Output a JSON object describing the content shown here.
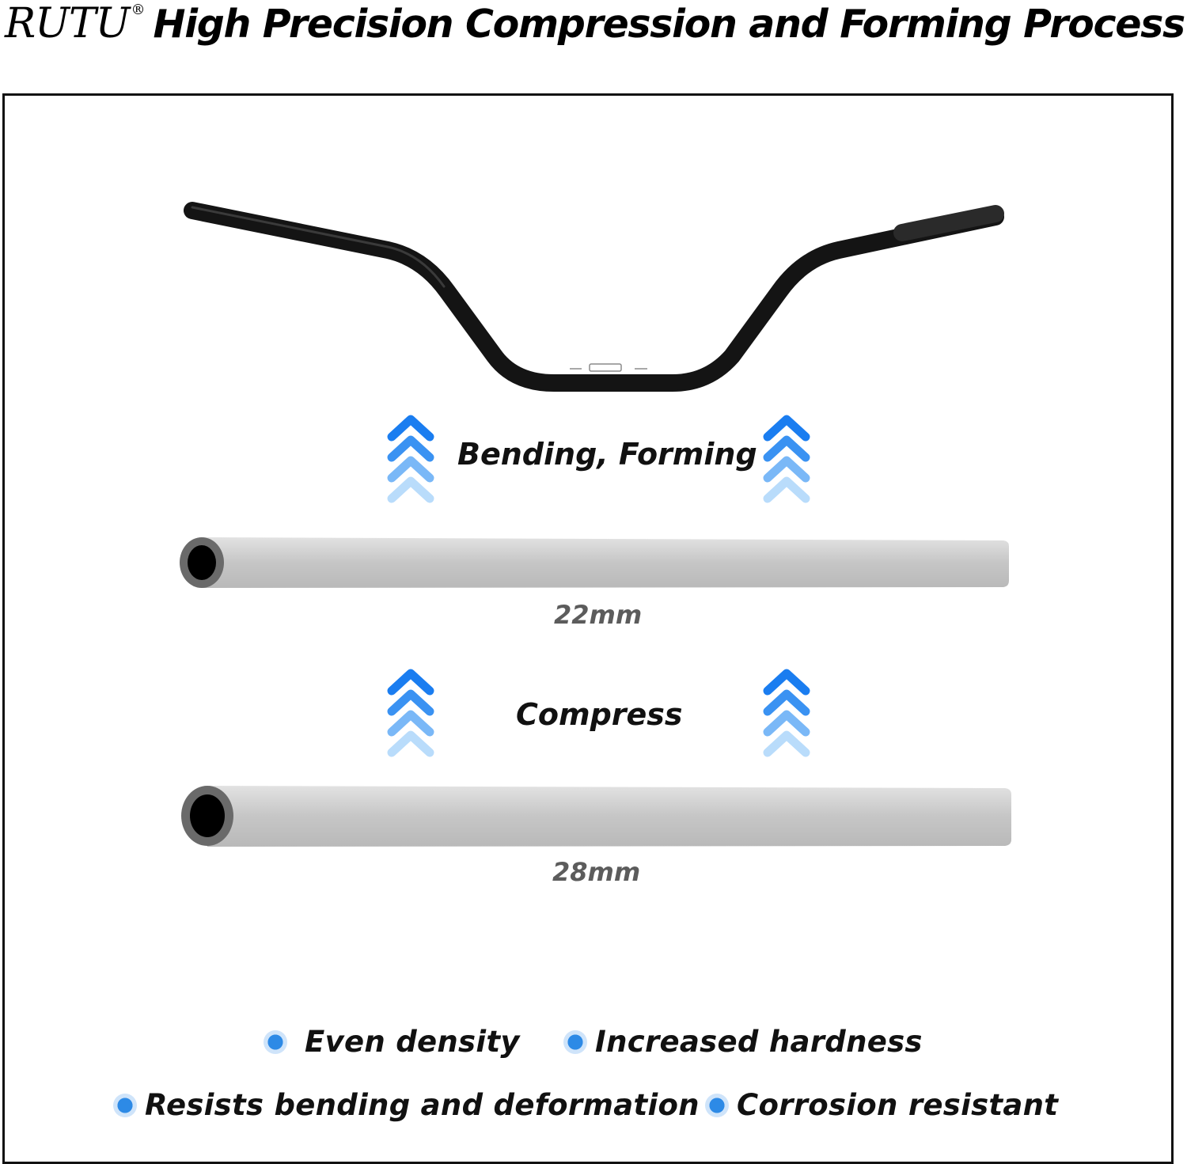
{
  "header": {
    "brand": "RUTU",
    "registered_mark": "®",
    "title": "High Precision Compression and Forming Process"
  },
  "process": {
    "step_top": "Bending, Forming",
    "step_bottom": "Compress",
    "tube_top_label": "22mm",
    "tube_bottom_label": "28mm"
  },
  "features": [
    {
      "label": "Even density"
    },
    {
      "label": "Increased hardness"
    },
    {
      "label": "Resists bending and deformation"
    },
    {
      "label": "Corrosion resistant"
    }
  ],
  "colors": {
    "arrow_dark": "#1a7df0",
    "arrow_light": "#b9dcfb",
    "tube": "#c4c4c4",
    "handlebar": "#141414",
    "bullet": "#2d8ae6"
  },
  "icons": [
    "chevron-up-icon",
    "bullet-dot-icon"
  ]
}
